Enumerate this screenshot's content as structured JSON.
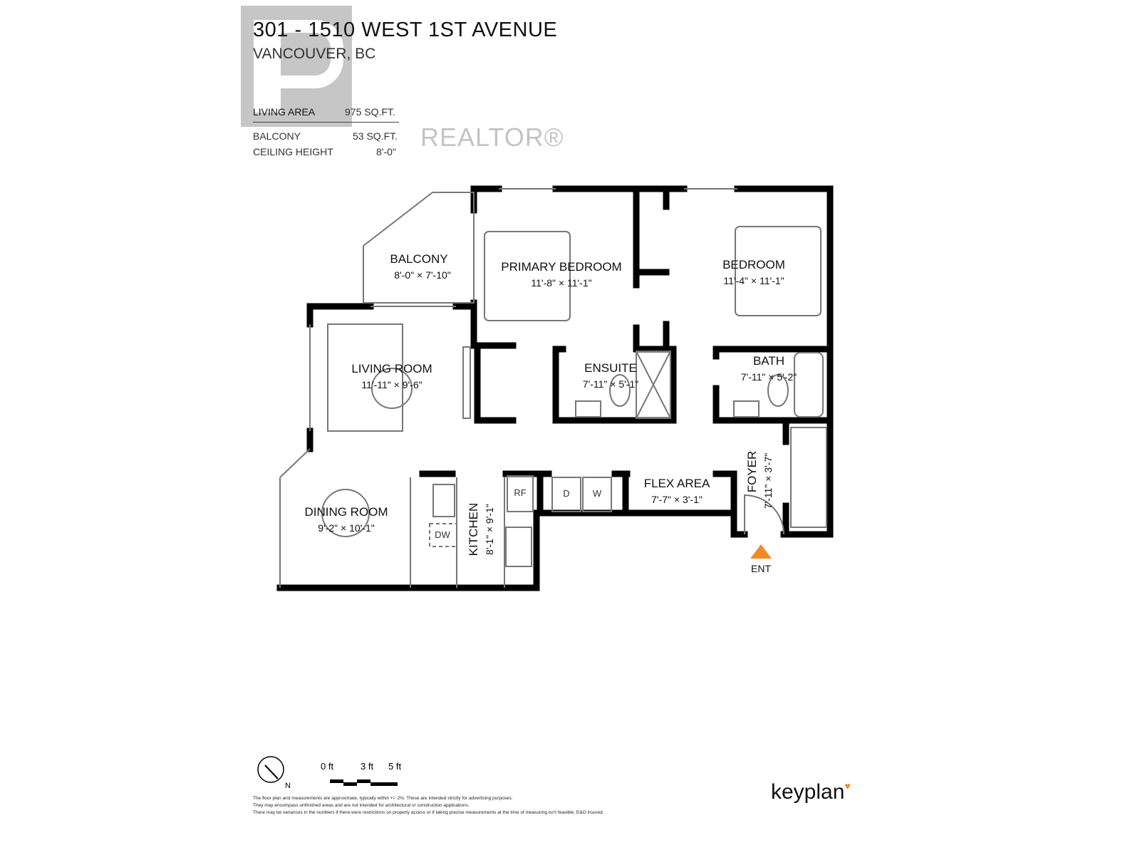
{
  "header": {
    "title": "301 - 1510 WEST 1ST AVENUE",
    "subtitle": "VANCOUVER, BC",
    "specs": [
      {
        "label": "LIVING AREA",
        "value": "975 SQ.FT."
      },
      {
        "label": "BALCONY",
        "value": "53 SQ.FT."
      },
      {
        "label": "CEILING HEIGHT",
        "value": "8'-0\""
      }
    ],
    "watermark": "REALTOR®"
  },
  "rooms": {
    "balcony": {
      "name": "BALCONY",
      "dims": "8'-0\"  ×  7'-10\""
    },
    "primary_bedroom": {
      "name": "PRIMARY BEDROOM",
      "dims": "11'-8\"  ×  11'-1\""
    },
    "bedroom": {
      "name": "BEDROOM",
      "dims": "11'-4\"  ×  11'-1\""
    },
    "living_room": {
      "name": "LIVING ROOM",
      "dims": "11'-11\"  ×  9'-6\""
    },
    "ensuite": {
      "name": "ENSUITE",
      "dims": "7'-11\"  ×  5'-1\""
    },
    "bath": {
      "name": "BATH",
      "dims": "7'-11\"  ×  5'-2\""
    },
    "dining_room": {
      "name": "DINING ROOM",
      "dims": "9'-2\"  ×  10'-1\""
    },
    "kitchen": {
      "name": "KITCHEN",
      "dims": "8'-1\"  ×  9'-1\""
    },
    "flex_area": {
      "name": "FLEX AREA",
      "dims": "7'-7\"  ×  3'-1\""
    },
    "foyer": {
      "name": "FOYER",
      "dims": "7'-11\"  ×  3'-7\""
    }
  },
  "appliances": {
    "fridge": "RF",
    "dryer": "D",
    "washer": "W",
    "dishwasher": "DW"
  },
  "entrance": {
    "label": "ENT",
    "color": "#f08a24"
  },
  "legend": {
    "north": "N",
    "scale": [
      "0 ft",
      "3 ft",
      "5 ft"
    ]
  },
  "disclaimer": [
    "The floor plan and measurements are approximate, typically within +/- 2%. These are intended strictly for advertising purposes.",
    "They may encompass unfinished areas and are not intended for architectural or construction applications.",
    "There may be variances in the numbers if there were restrictions on property access or if taking precise measurements at the time of measuring isn't feasible. E&O insured."
  ],
  "brand": "keyplan"
}
